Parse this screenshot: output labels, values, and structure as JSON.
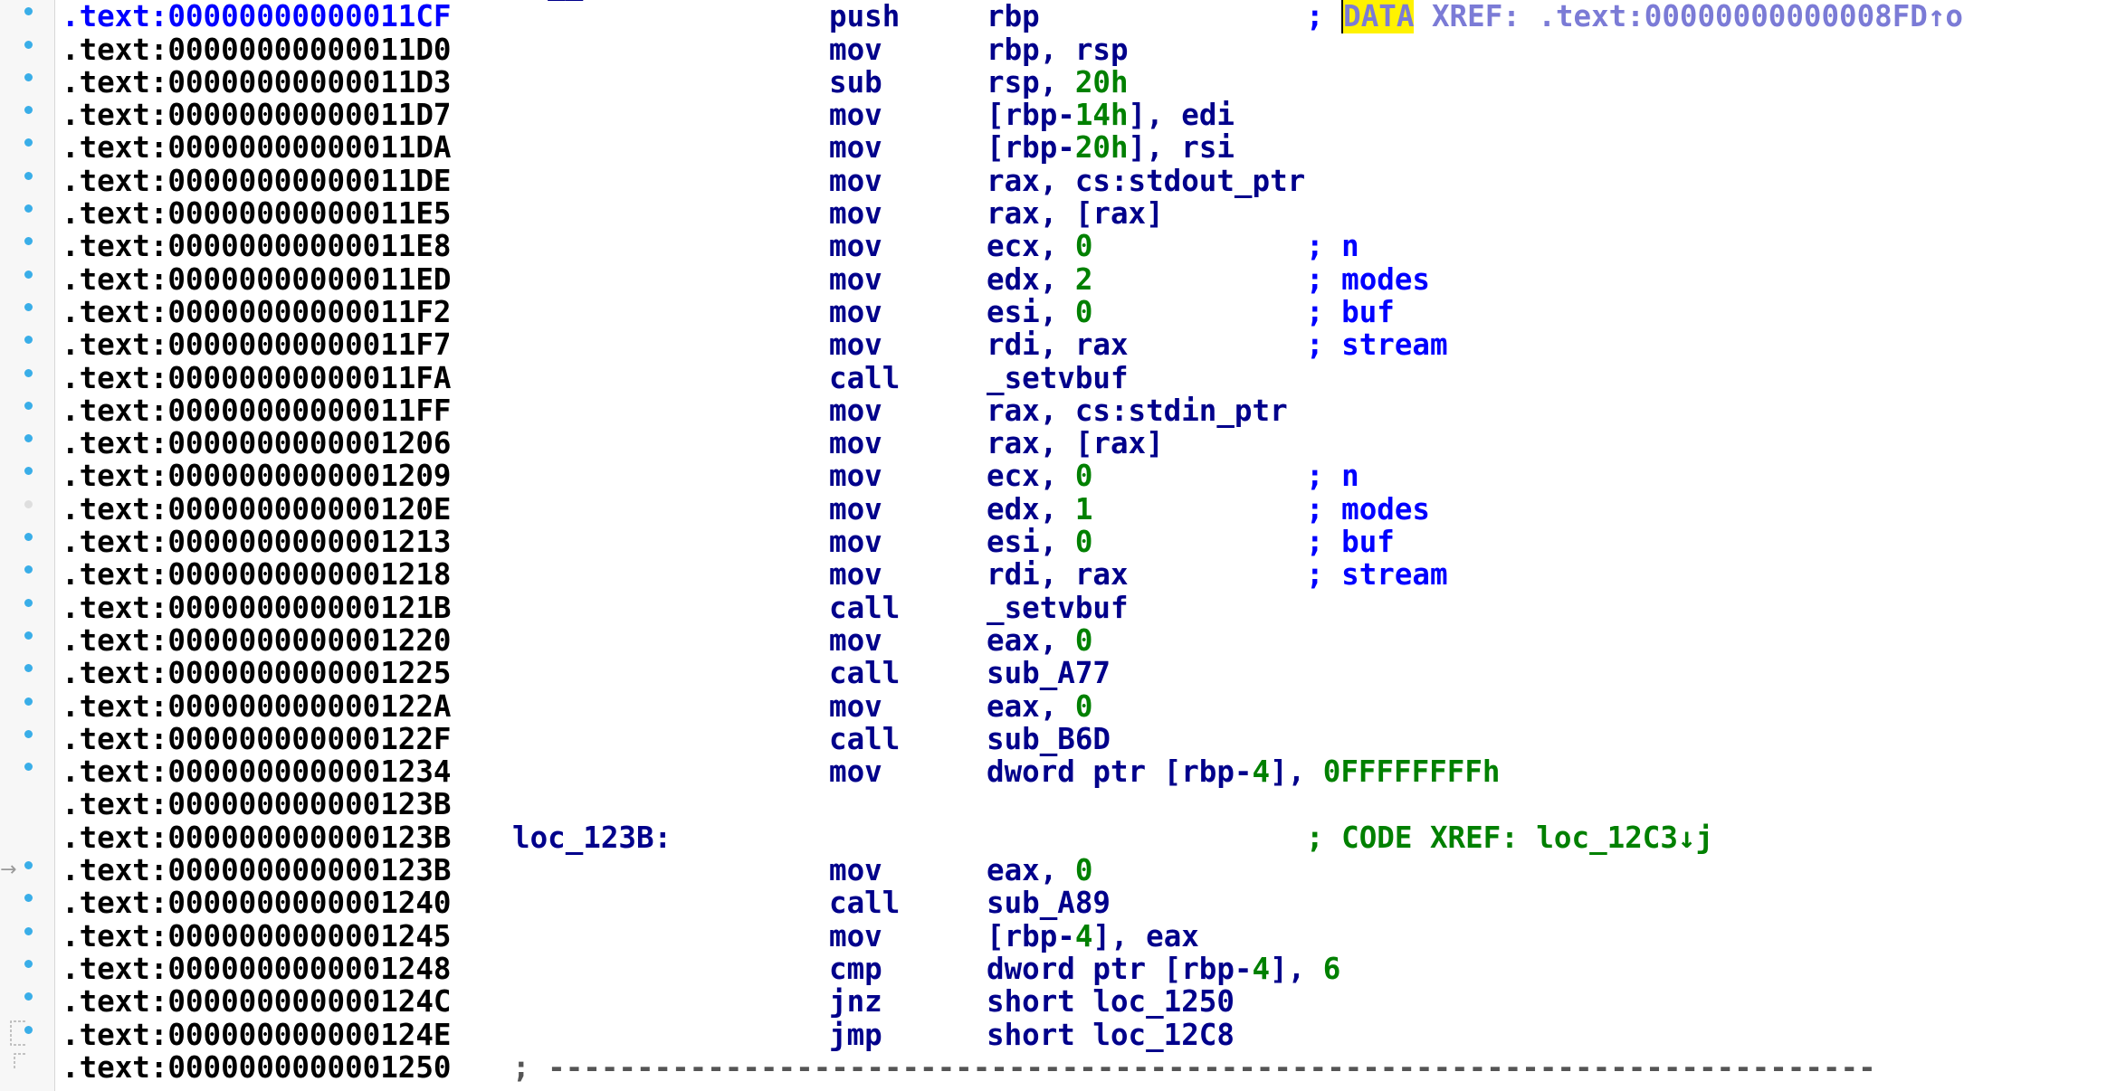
{
  "lines": [
    {
      "addr": ".text:00000000000011CF",
      "label": "; __unwind {",
      "mnem": "",
      "ops": [],
      "cmt": "",
      "bp": false,
      "hl": false
    },
    {
      "addr": ".text:00000000000011CF",
      "label": "",
      "mnem": "push",
      "ops": [
        {
          "t": "rbp"
        }
      ],
      "cmt": "",
      "bp": true,
      "hl": true,
      "xref": {
        "semi": "; ",
        "tag": "DATA",
        "rest": " XREF: .text:00000000000008FD↑o"
      }
    },
    {
      "addr": ".text:00000000000011D0",
      "label": "",
      "mnem": "mov",
      "ops": [
        {
          "t": "rbp, rsp"
        }
      ],
      "cmt": "",
      "bp": true
    },
    {
      "addr": ".text:00000000000011D3",
      "label": "",
      "mnem": "sub",
      "ops": [
        {
          "t": "rsp, "
        },
        {
          "t": "20h",
          "n": true
        }
      ],
      "cmt": "",
      "bp": true
    },
    {
      "addr": ".text:00000000000011D7",
      "label": "",
      "mnem": "mov",
      "ops": [
        {
          "t": "[rbp-"
        },
        {
          "t": "14h",
          "n": true
        },
        {
          "t": "], edi"
        }
      ],
      "cmt": "",
      "bp": true
    },
    {
      "addr": ".text:00000000000011DA",
      "label": "",
      "mnem": "mov",
      "ops": [
        {
          "t": "[rbp-"
        },
        {
          "t": "20h",
          "n": true
        },
        {
          "t": "], rsi"
        }
      ],
      "cmt": "",
      "bp": true
    },
    {
      "addr": ".text:00000000000011DE",
      "label": "",
      "mnem": "mov",
      "ops": [
        {
          "t": "rax, cs:stdout_ptr"
        }
      ],
      "cmt": "",
      "bp": true
    },
    {
      "addr": ".text:00000000000011E5",
      "label": "",
      "mnem": "mov",
      "ops": [
        {
          "t": "rax, [rax]"
        }
      ],
      "cmt": "",
      "bp": true
    },
    {
      "addr": ".text:00000000000011E8",
      "label": "",
      "mnem": "mov",
      "ops": [
        {
          "t": "ecx, "
        },
        {
          "t": "0",
          "n": true
        }
      ],
      "cmt": "; n",
      "bp": true
    },
    {
      "addr": ".text:00000000000011ED",
      "label": "",
      "mnem": "mov",
      "ops": [
        {
          "t": "edx, "
        },
        {
          "t": "2",
          "n": true
        }
      ],
      "cmt": "; modes",
      "bp": true
    },
    {
      "addr": ".text:00000000000011F2",
      "label": "",
      "mnem": "mov",
      "ops": [
        {
          "t": "esi, "
        },
        {
          "t": "0",
          "n": true
        }
      ],
      "cmt": "; buf",
      "bp": true
    },
    {
      "addr": ".text:00000000000011F7",
      "label": "",
      "mnem": "mov",
      "ops": [
        {
          "t": "rdi, rax"
        }
      ],
      "cmt": "; stream",
      "bp": true
    },
    {
      "addr": ".text:00000000000011FA",
      "label": "",
      "mnem": "call",
      "ops": [
        {
          "t": "_setvbuf"
        }
      ],
      "cmt": "",
      "bp": true
    },
    {
      "addr": ".text:00000000000011FF",
      "label": "",
      "mnem": "mov",
      "ops": [
        {
          "t": "rax, cs:stdin_ptr"
        }
      ],
      "cmt": "",
      "bp": true
    },
    {
      "addr": ".text:0000000000001206",
      "label": "",
      "mnem": "mov",
      "ops": [
        {
          "t": "rax, [rax]"
        }
      ],
      "cmt": "",
      "bp": true
    },
    {
      "addr": ".text:0000000000001209",
      "label": "",
      "mnem": "mov",
      "ops": [
        {
          "t": "ecx, "
        },
        {
          "t": "0",
          "n": true
        }
      ],
      "cmt": "; n",
      "bp": true
    },
    {
      "addr": ".text:000000000000120E",
      "label": "",
      "mnem": "mov",
      "ops": [
        {
          "t": "edx, "
        },
        {
          "t": "1",
          "n": true
        }
      ],
      "cmt": "; modes",
      "bp": true,
      "faint": true
    },
    {
      "addr": ".text:0000000000001213",
      "label": "",
      "mnem": "mov",
      "ops": [
        {
          "t": "esi, "
        },
        {
          "t": "0",
          "n": true
        }
      ],
      "cmt": "; buf",
      "bp": true
    },
    {
      "addr": ".text:0000000000001218",
      "label": "",
      "mnem": "mov",
      "ops": [
        {
          "t": "rdi, rax"
        }
      ],
      "cmt": "; stream",
      "bp": true
    },
    {
      "addr": ".text:000000000000121B",
      "label": "",
      "mnem": "call",
      "ops": [
        {
          "t": "_setvbuf"
        }
      ],
      "cmt": "",
      "bp": true
    },
    {
      "addr": ".text:0000000000001220",
      "label": "",
      "mnem": "mov",
      "ops": [
        {
          "t": "eax, "
        },
        {
          "t": "0",
          "n": true
        }
      ],
      "cmt": "",
      "bp": true
    },
    {
      "addr": ".text:0000000000001225",
      "label": "",
      "mnem": "call",
      "ops": [
        {
          "t": "sub_A77"
        }
      ],
      "cmt": "",
      "bp": true
    },
    {
      "addr": ".text:000000000000122A",
      "label": "",
      "mnem": "mov",
      "ops": [
        {
          "t": "eax, "
        },
        {
          "t": "0",
          "n": true
        }
      ],
      "cmt": "",
      "bp": true
    },
    {
      "addr": ".text:000000000000122F",
      "label": "",
      "mnem": "call",
      "ops": [
        {
          "t": "sub_B6D"
        }
      ],
      "cmt": "",
      "bp": true
    },
    {
      "addr": ".text:0000000000001234",
      "label": "",
      "mnem": "mov",
      "ops": [
        {
          "t": "dword ptr [rbp-"
        },
        {
          "t": "4",
          "n": true
        },
        {
          "t": "], "
        },
        {
          "t": "0FFFFFFFFh",
          "n": true
        }
      ],
      "cmt": "",
      "bp": true
    },
    {
      "addr": ".text:000000000000123B",
      "label": "",
      "mnem": "",
      "ops": [],
      "cmt": "",
      "bp": false
    },
    {
      "addr": ".text:000000000000123B",
      "label": "loc_123B:",
      "mnem": "",
      "ops": [],
      "cmt": "; CODE XREF: loc_12C3↓j",
      "cmtXref": true,
      "bp": false
    },
    {
      "addr": ".text:000000000000123B",
      "label": "",
      "mnem": "mov",
      "ops": [
        {
          "t": "eax, "
        },
        {
          "t": "0",
          "n": true
        }
      ],
      "cmt": "",
      "bp": true,
      "arrowIn": "→"
    },
    {
      "addr": ".text:0000000000001240",
      "label": "",
      "mnem": "call",
      "ops": [
        {
          "t": "sub_A89"
        }
      ],
      "cmt": "",
      "bp": true
    },
    {
      "addr": ".text:0000000000001245",
      "label": "",
      "mnem": "mov",
      "ops": [
        {
          "t": "[rbp-"
        },
        {
          "t": "4",
          "n": true
        },
        {
          "t": "], eax"
        }
      ],
      "cmt": "",
      "bp": true
    },
    {
      "addr": ".text:0000000000001248",
      "label": "",
      "mnem": "cmp",
      "ops": [
        {
          "t": "dword ptr [rbp-"
        },
        {
          "t": "4",
          "n": true
        },
        {
          "t": "], "
        },
        {
          "t": "6",
          "n": true
        }
      ],
      "cmt": "",
      "bp": true
    },
    {
      "addr": ".text:000000000000124C",
      "label": "",
      "mnem": "jnz",
      "ops": [
        {
          "t": "short loc_1250"
        }
      ],
      "cmt": "",
      "bp": true
    },
    {
      "addr": ".text:000000000000124E",
      "label": "",
      "mnem": "jmp",
      "ops": [
        {
          "t": "short loc_12C8"
        }
      ],
      "cmt": "",
      "bp": true
    },
    {
      "addr": ".text:0000000000001250",
      "label": "; ---------------------------------------------------------------------------",
      "labelSep": true,
      "mnem": "",
      "ops": [],
      "cmt": "",
      "bp": false
    }
  ],
  "colors": {
    "address": "#000000",
    "address_highlight": "#0000ff",
    "instruction": "#00008b",
    "number": "#008000",
    "comment": "#0000ff",
    "code_xref": "#008000",
    "data_xref": "#7b7bd6",
    "search_highlight": "#fff200",
    "breakpoint_dot": "#3aaee8"
  }
}
